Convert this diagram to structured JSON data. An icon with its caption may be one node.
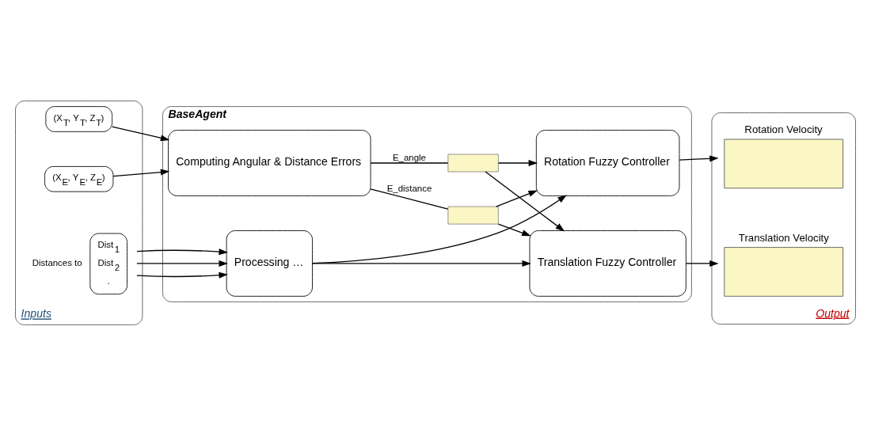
{
  "diagram": {
    "nodes": [
      {
        "text": [
          "Inputs"
        ]
      },
      {
        "text": [
          "(X$_{T}$, Y$_{T}$, Z$_{T}$)"
        ],
        "in": 0
      },
      {
        "text": [
          "(X$_{E}$, Y$_{E}$, Z$_{E}$)"
        ],
        "in": 0
      },
      {
        "text": [
          "Dist$_{1}$",
          "Dist$_{2}$",
          "."
        ],
        "in": 0,
        "beside": [
          "Distances to"
        ]
      },
      {
        "text": [
          "BaseAgent"
        ]
      },
      {
        "text": [
          "Computing Angular & Distance Errors"
        ],
        "in": 4
      },
      {
        "text": [
          "Processing …"
        ],
        "in": 4
      },
      {
        "text": [],
        "shape": "box",
        "in": 4
      },
      {
        "text": [],
        "shape": "box",
        "in": 4
      },
      {
        "text": [
          "Rotation Fuzzy Controller"
        ],
        "in": 4
      },
      {
        "text": [
          "Translation Fuzzy Controller"
        ],
        "in": 4
      },
      {
        "text": [
          "Output"
        ]
      },
      {
        "text": [
          "Rotation Velocity"
        ],
        "in": 11
      },
      {
        "text": [
          "Translation Velocity"
        ],
        "in": 11
      }
    ],
    "edges": [
      {
        "from": 1,
        "to": 5,
        "arrow": "to"
      },
      {
        "from": 2,
        "to": 5,
        "arrow": "to"
      },
      {
        "from": 3,
        "to": 6,
        "arrow": "to"
      },
      {
        "from": 3,
        "to": 6,
        "arrow": "to"
      },
      {
        "from": 3,
        "to": 6,
        "arrow": "to"
      },
      {
        "from": 5,
        "to": 7,
        "arrow": "none",
        "label": "E_angle"
      },
      {
        "from": 5,
        "to": 8,
        "arrow": "none",
        "label": "E_distance"
      },
      {
        "from": 7,
        "to": 9,
        "arrow": "to"
      },
      {
        "from": 7,
        "to": 10,
        "arrow": "to"
      },
      {
        "from": 8,
        "to": 9,
        "arrow": "to"
      },
      {
        "from": 8,
        "to": 10,
        "arrow": "to"
      },
      {
        "from": 6,
        "to": 9,
        "arrow": "to"
      },
      {
        "from": 6,
        "to": 10,
        "arrow": "to"
      },
      {
        "from": 9,
        "to": 12,
        "arrow": "to"
      },
      {
        "from": 10,
        "to": 13,
        "arrow": "to"
      }
    ]
  }
}
